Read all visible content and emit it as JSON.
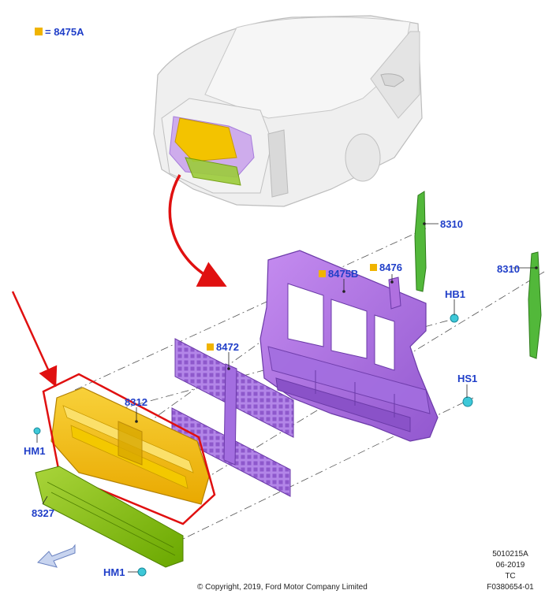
{
  "legend": {
    "symbol_color": "#f0b400",
    "text": "= 8475A"
  },
  "labels": {
    "p8310_top": "8310",
    "p8310_right": "8310",
    "p8475b": "8475B",
    "p8476": "8476",
    "hb1": "HB1",
    "hs1": "HS1",
    "p8472": "8472",
    "p8312": "8312",
    "hm1_left": "HM1",
    "p8327": "8327",
    "hm1_bottom": "HM1"
  },
  "footer": {
    "copyright": "© Copyright, 2019, Ford Motor Company Limited",
    "ref_lines": [
      "5010215A",
      "06-2019",
      "TC",
      "F0380654-01"
    ]
  },
  "colors": {
    "label_blue": "#1f3ec8",
    "marker_yellow": "#f0b400",
    "radiator_support": "#b070e0",
    "deflector": "#9a6ad8",
    "shutter_yellow": "#f5c000",
    "bracket_green": "#7ab800",
    "side_bracket_green": "#52b83a",
    "fastener_cyan": "#3ec8d8",
    "highlight_red": "#e01010"
  }
}
